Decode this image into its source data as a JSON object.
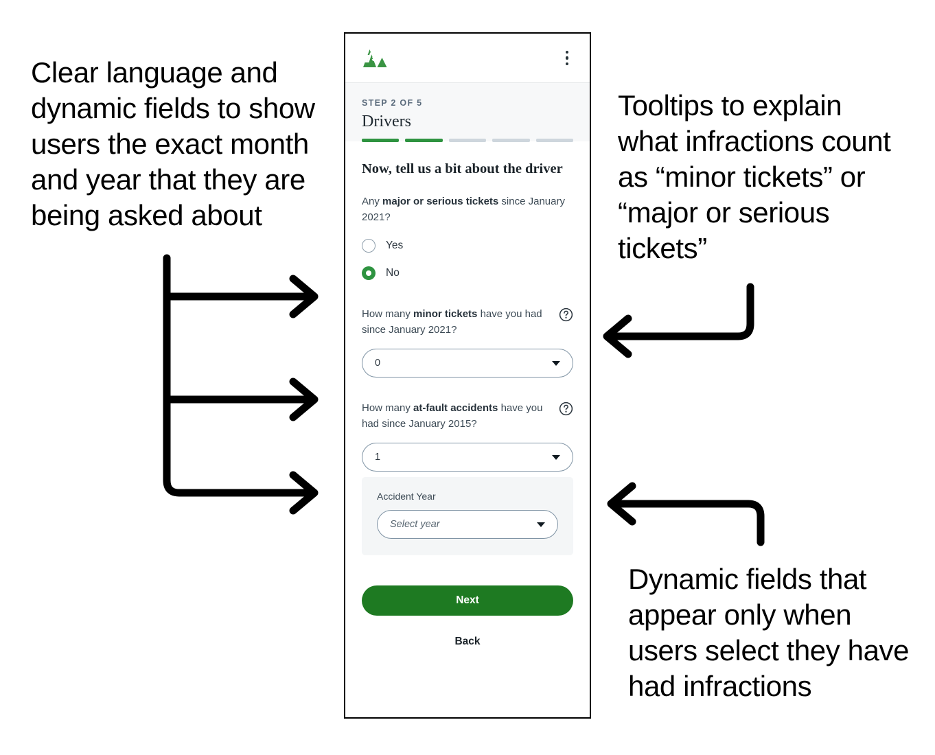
{
  "annotations": {
    "left": "Clear language and dynamic fields to show users the exact month and year that they are being asked about",
    "top_right": "Tooltips to explain what infractions count as “minor tickets” or “major or serious tickets”",
    "bottom_right": "Dynamic fields that appear only when users select they have had infractions"
  },
  "app_bar": {
    "logo_name": "mountain-logo",
    "menu_name": "kebab-menu-icon"
  },
  "step_header": {
    "eyebrow": "STEP 2 OF 5",
    "title": "Drivers",
    "progress_total": 5,
    "progress_done": 2
  },
  "form": {
    "heading": "Now, tell us a bit about the driver",
    "major_tickets": {
      "label_prefix": "Any ",
      "label_bold": "major or serious tickets",
      "label_suffix": " since January 2021?",
      "options": [
        {
          "label": "Yes",
          "checked": false
        },
        {
          "label": "No",
          "checked": true
        }
      ]
    },
    "minor_tickets": {
      "label_prefix": "How many ",
      "label_bold": "minor tickets",
      "label_suffix": " have you had since January 2021?",
      "help_icon": "help-circle-icon",
      "value": "0"
    },
    "at_fault_accidents": {
      "label_prefix": "How many ",
      "label_bold": "at-fault accidents",
      "label_suffix": " have you had since January 2015?",
      "help_icon": "help-circle-icon",
      "value": "1",
      "dynamic_panel": {
        "label": "Accident Year",
        "placeholder": "Select year",
        "value": ""
      }
    }
  },
  "actions": {
    "next_label": "Next",
    "back_label": "Back"
  },
  "colors": {
    "brand_green": "#2e9340",
    "button_green": "#1e7a22",
    "progress_empty": "#ced6dd",
    "panel_gray": "#f4f6f7",
    "header_gray": "#f7f8f9",
    "border_gray": "#7f93a4",
    "text_dark": "#1b2329",
    "annotation_black": "#000000"
  }
}
